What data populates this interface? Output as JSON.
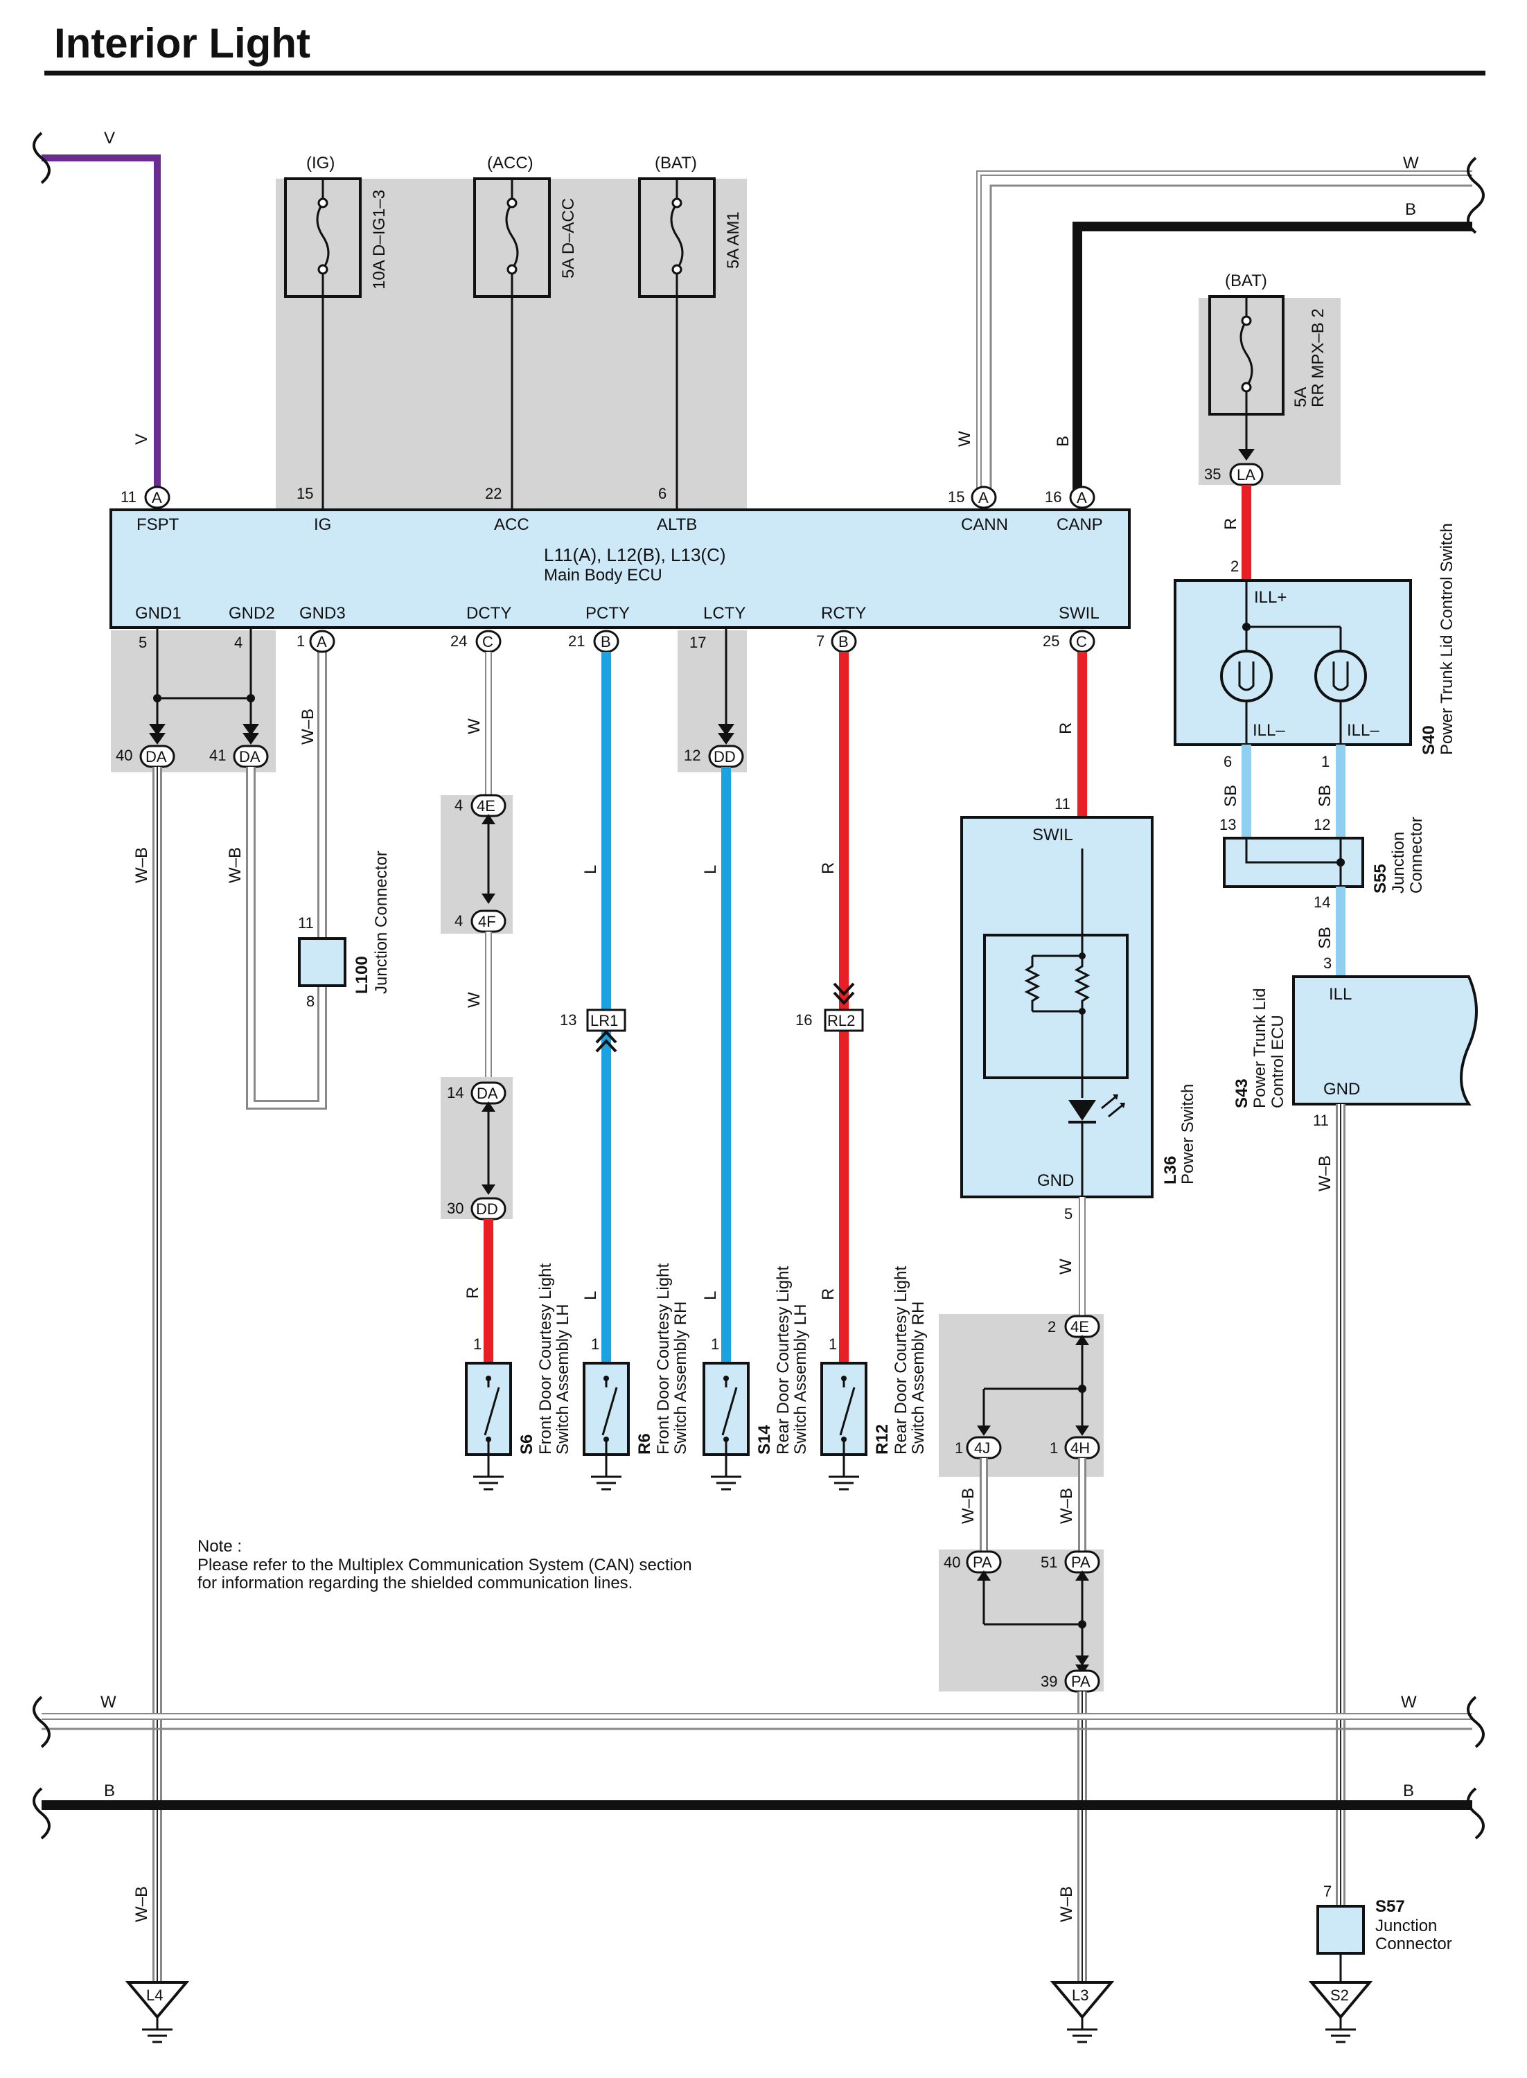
{
  "title": "Interior Light",
  "colors": {
    "violet": "#6a2c91",
    "light_blue_fill": "#cde8f6",
    "gray_box": "#d4d4d4",
    "blue_L": "#1aa3e0",
    "red_R": "#e82025",
    "sky_SB": "#8fd0f0",
    "black_B": "#111111"
  },
  "wire_colors": {
    "V": "V",
    "W": "W",
    "B": "B",
    "R": "R",
    "L": "L",
    "SB": "SB",
    "WB": "W–B"
  },
  "fuses": [
    {
      "supply": "(IG)",
      "name": "10A D–IG1–3",
      "pin": "15",
      "ecu_label": "IG"
    },
    {
      "supply": "(ACC)",
      "name": "5A D–ACC",
      "pin": "22",
      "ecu_label": "ACC"
    },
    {
      "supply": "(BAT)",
      "name": "5A AM1",
      "pin": "6",
      "ecu_label": "ALTB"
    }
  ],
  "fuse_rr": {
    "supply": "(BAT)",
    "name_line1": "5A",
    "name_line2": "RR MPX–B 2",
    "pin": "35",
    "conn": "LA"
  },
  "ecu": {
    "id": "L11(A), L12(B), L13(C)",
    "name": "Main Body ECU",
    "top_pins": [
      {
        "num": "11",
        "conn": "A",
        "label": "FSPT"
      },
      {
        "num": "15",
        "conn": "A",
        "label": "CANN"
      },
      {
        "num": "16",
        "conn": "A",
        "label": "CANP"
      }
    ],
    "bottom_pins": [
      {
        "num": "5",
        "conn": "",
        "label": "GND1"
      },
      {
        "num": "4",
        "conn": "",
        "label": "GND2"
      },
      {
        "num": "1",
        "conn": "A",
        "label": "GND3"
      },
      {
        "num": "24",
        "conn": "C",
        "label": "DCTY"
      },
      {
        "num": "21",
        "conn": "B",
        "label": "PCTY"
      },
      {
        "num": "17",
        "conn": "",
        "label": "LCTY"
      },
      {
        "num": "7",
        "conn": "B",
        "label": "RCTY"
      },
      {
        "num": "25",
        "conn": "C",
        "label": "SWIL"
      }
    ]
  },
  "connectors": {
    "DA40": {
      "num": "40",
      "conn": "DA"
    },
    "DA41": {
      "num": "41",
      "conn": "DA"
    },
    "DD12": {
      "num": "12",
      "conn": "DD"
    },
    "E4a": {
      "num": "4",
      "conn": "4E"
    },
    "F4": {
      "num": "4",
      "conn": "4F"
    },
    "DA14": {
      "num": "14",
      "conn": "DA"
    },
    "DD30": {
      "num": "30",
      "conn": "DD"
    },
    "LR1": {
      "num": "13",
      "conn": "LR1"
    },
    "RL2": {
      "num": "16",
      "conn": "RL2"
    },
    "E4b": {
      "num": "2",
      "conn": "4E"
    },
    "J4": {
      "num": "1",
      "conn": "4J"
    },
    "H4": {
      "num": "1",
      "conn": "4H"
    },
    "PA40": {
      "num": "40",
      "conn": "PA"
    },
    "PA51": {
      "num": "51",
      "conn": "PA"
    },
    "PA39": {
      "num": "39",
      "conn": "PA"
    }
  },
  "l100": {
    "id": "L100",
    "name": "Junction Connector",
    "pin_top": "11",
    "pin_bottom": "8"
  },
  "switches": [
    {
      "id": "S6",
      "name_line1": "Front Door Courtesy Light",
      "name_line2": "Switch Assembly LH",
      "pin": "1"
    },
    {
      "id": "R6",
      "name_line1": "Front Door Courtesy Light",
      "name_line2": "Switch Assembly RH",
      "pin": "1"
    },
    {
      "id": "S14",
      "name_line1": "Rear Door Courtesy Light",
      "name_line2": "Switch Assembly LH",
      "pin": "1"
    },
    {
      "id": "R12",
      "name_line1": "Rear Door Courtesy Light",
      "name_line2": "Switch Assembly RH",
      "pin": "1"
    }
  ],
  "l36": {
    "id": "L36",
    "name": "Power Switch",
    "top_label": "SWIL",
    "bottom_label": "GND",
    "pin_top": "11",
    "pin_bottom": "5"
  },
  "s40": {
    "id": "S40",
    "name": "Power Trunk Lid Control Switch",
    "pin_in": "2",
    "label_plus": "ILL+",
    "label_m1": "ILL–",
    "label_m2": "ILL–",
    "pin_out1": "6",
    "pin_out2": "1"
  },
  "s55": {
    "id": "S55",
    "name_line1": "Junction",
    "name_line2": "Connector",
    "pin_a": "13",
    "pin_b": "12",
    "pin_c": "14"
  },
  "s43": {
    "id": "S43",
    "name_line1": "Power Trunk Lid",
    "name_line2": "Control ECU",
    "label_ill": "ILL",
    "label_gnd": "GND",
    "pin_ill": "3",
    "pin_gnd": "11"
  },
  "s57": {
    "id": "S57",
    "name_line1": "Junction",
    "name_line2": "Connector",
    "pin": "7"
  },
  "grounds": [
    "L4",
    "L3",
    "S2"
  ],
  "note": {
    "line1": "Note :",
    "line2": "Please refer to the Multiplex Communication System (CAN) section",
    "line3": "for information regarding the shielded communication lines."
  }
}
